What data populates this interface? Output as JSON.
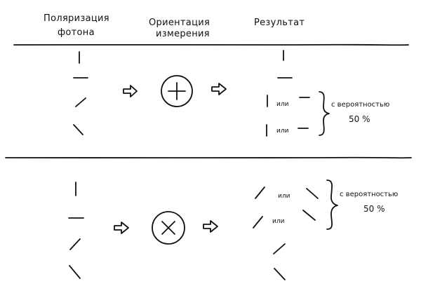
{
  "headers": {
    "polarization_line1": "Поляризация",
    "polarization_line2": "фотона",
    "orientation_line1": "Ориентация",
    "orientation_line2": "измерения",
    "result": "Результат"
  },
  "top_section": {
    "basis_symbol": "plus-in-circle",
    "or_label_1": "или",
    "or_label_2": "или",
    "probability_text": "с вероятностью",
    "probability_value": "50 %"
  },
  "bottom_section": {
    "basis_symbol": "cross-in-circle",
    "or_label_1": "или",
    "or_label_2": "или",
    "probability_text": "с вероятностью",
    "probability_value": "50 %"
  }
}
